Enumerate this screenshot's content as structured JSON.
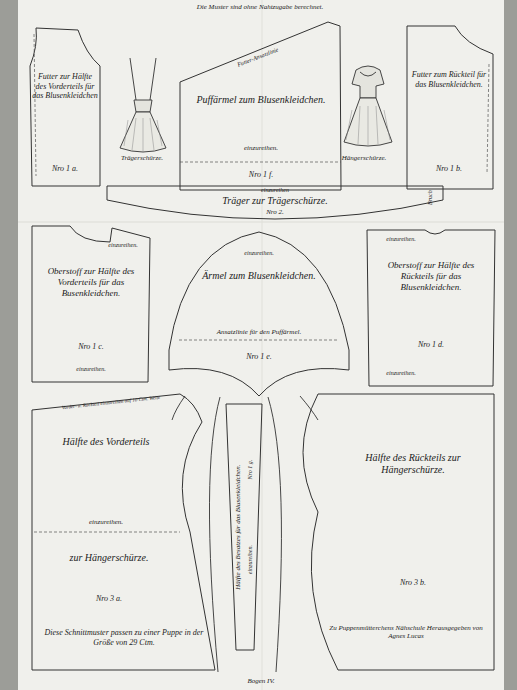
{
  "diagram": {
    "nodes": [
      {
        "text": [
          "Futter zur Hälfte des Vorderteils für das Blusenkleidchen",
          "Nro 1 a."
        ]
      },
      {
        "text": [
          "Futter-Ansatzlinie",
          "Puffärmel zum Blusenkleidchen.",
          "einzureihen.",
          "Nro 1 f."
        ]
      },
      {
        "text": [
          "Futter zum Rückteil für das Blusenkleidchen.",
          "Nro 1 b."
        ]
      },
      {
        "text": [
          "einzureihen",
          "Träger zur Trägerschürze.",
          "Nro 2.",
          "Bruch"
        ]
      },
      {
        "text": [
          "einzureihen.",
          "Oberstoff zur Hälfte des Vorderteils für das Busenkleidchen.",
          "Nro 1 c.",
          "einzureihen."
        ]
      },
      {
        "text": [
          "einzureihen.",
          "Ärmel zum Blusenkleidchen.",
          "Ansatzlinie für den Puffärmel.",
          "Nro 1 e."
        ]
      },
      {
        "text": [
          "einzureihen.",
          "Oberstoff zur Hälfte des Rückteils für das Blusenkleidchen.",
          "Nro 1 d.",
          "einzureihen."
        ]
      },
      {
        "text": [
          "Vorder- u. Rückteil einzureihen auf 10 Ctm. Weite",
          "Hälfte des Vorderteils",
          "einzureihen.",
          "zur Hängerschürze.",
          "Nro 3 a.",
          "Diese Schnittmuster passen zu einer Puppe in der Größe von 29 Ctm."
        ]
      },
      {
        "text": [
          "Hälfte des Besatzes für das Blusenkleidchen.",
          "Nro 1 g.",
          "einzureihen."
        ]
      },
      {
        "text": [
          "Hälfte des Rückteils zur Hängerschürze.",
          "Nro 3 b.",
          "Zu Puppenmütterchens Nähschule Herausgegeben von Agnes Lucas"
        ]
      }
    ],
    "labels": [
      "Die Muster sind ohne Nahtzugabe berechnet.",
      "Trägerschürze.",
      "Hängerschürze.",
      "Bogen IV."
    ]
  }
}
